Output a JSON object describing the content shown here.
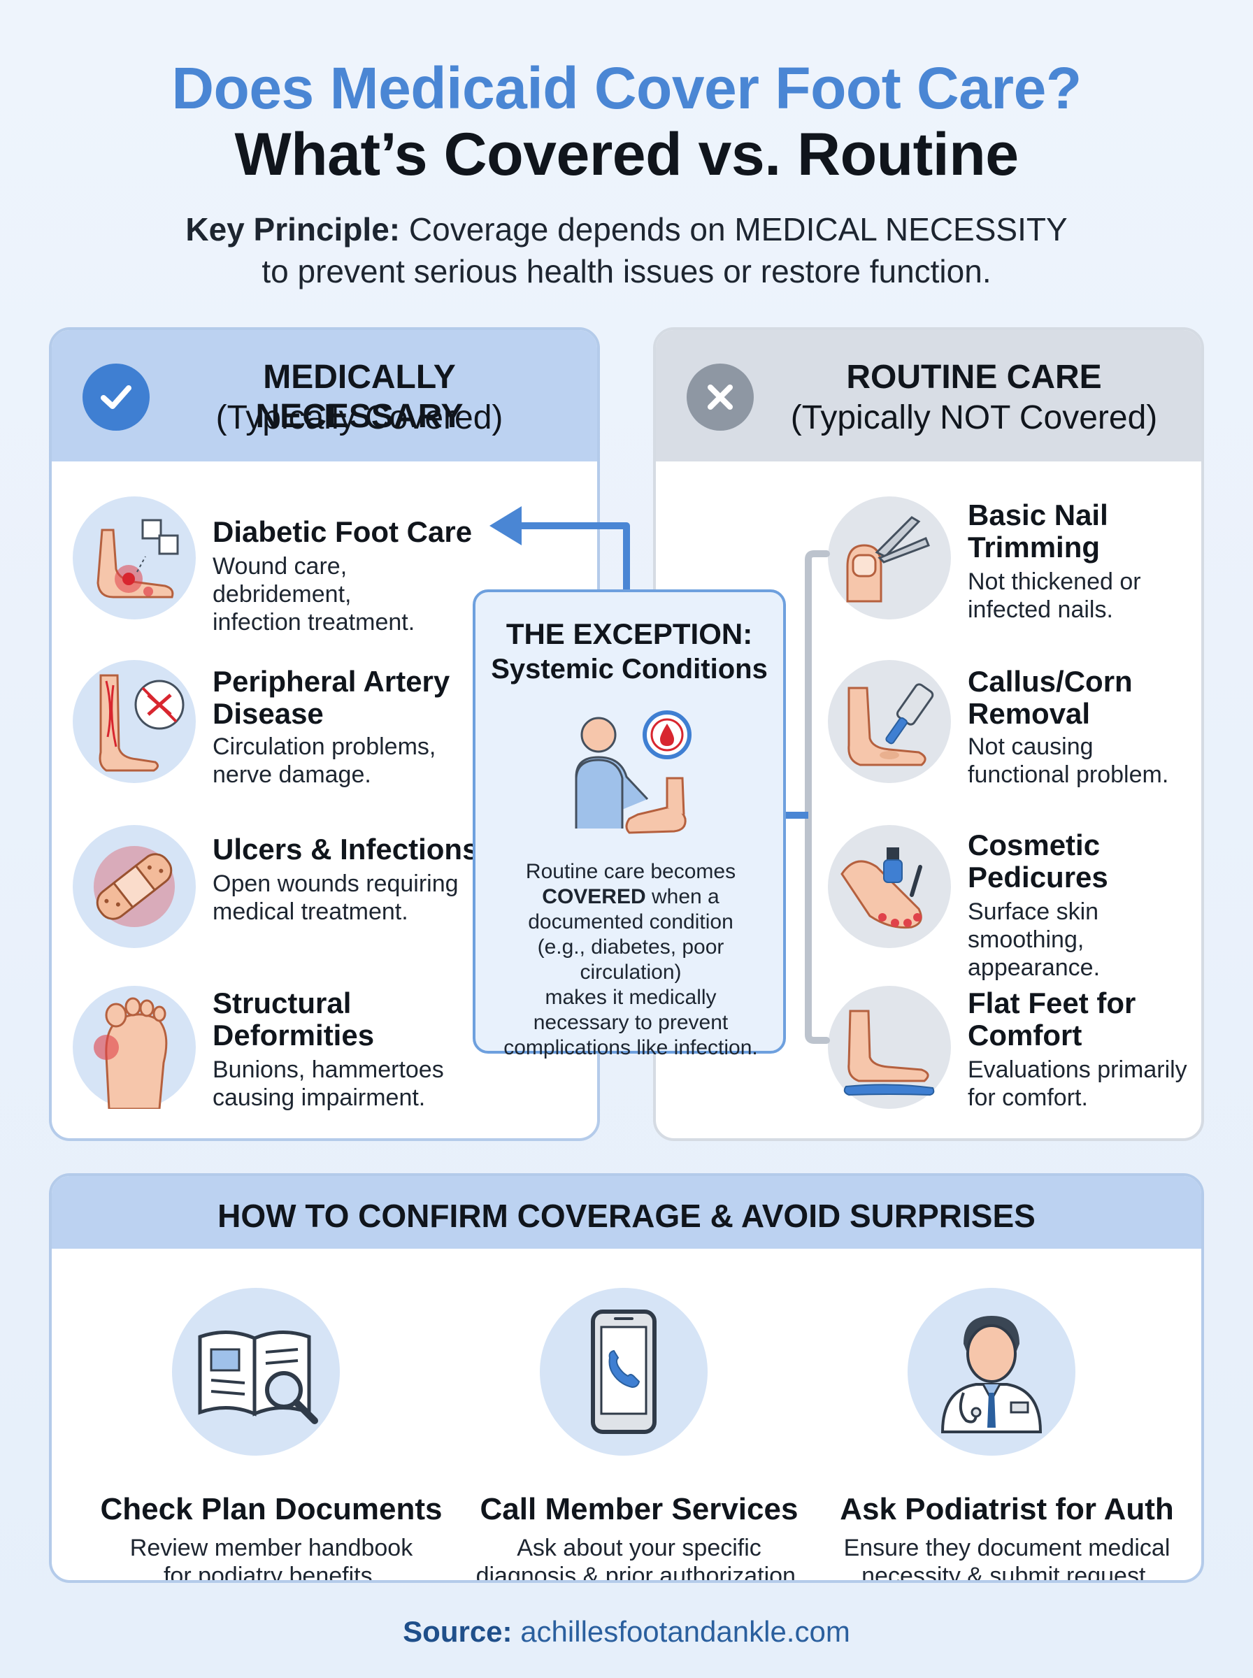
{
  "header": {
    "title_line1": "Does Medicaid Cover Foot Care?",
    "title_line2": "What’s Covered vs. Routine",
    "principle_label": "Key Principle:",
    "principle_line1": " Coverage depends on MEDICAL NECESSITY",
    "principle_line2": "to prevent serious health issues or restore function."
  },
  "covered": {
    "title": "MEDICALLY NECESSARY",
    "subtitle": "(Typically Covered)",
    "badge_icon": "checkmark-icon",
    "items": [
      {
        "name_line1": "Diabetic Foot Care",
        "name_line2": "",
        "desc_line1": "Wound care, debridement,",
        "desc_line2": "infection treatment.",
        "icon": "diabetic-foot-icon"
      },
      {
        "name_line1": "Peripheral Artery",
        "name_line2": "Disease",
        "desc_line1": "Circulation problems,",
        "desc_line2": "nerve damage.",
        "icon": "leg-circulation-icon"
      },
      {
        "name_line1": "Ulcers & Infections",
        "name_line2": "",
        "desc_line1": "Open wounds requiring",
        "desc_line2": "medical treatment.",
        "icon": "bandage-icon"
      },
      {
        "name_line1": "Structural",
        "name_line2": "Deformities",
        "desc_line1": "Bunions, hammertoes",
        "desc_line2": "causing impairment.",
        "icon": "bunion-foot-icon"
      }
    ]
  },
  "routine": {
    "title": "ROUTINE CARE",
    "subtitle": "(Typically NOT Covered)",
    "badge_icon": "x-mark-icon",
    "items": [
      {
        "name_line1": "Basic Nail",
        "name_line2": "Trimming",
        "desc_line1": "Not thickened or",
        "desc_line2": "infected nails.",
        "icon": "nail-clipper-icon"
      },
      {
        "name_line1": "Callus/Corn",
        "name_line2": "Removal",
        "desc_line1": "Not causing",
        "desc_line2": "functional problem.",
        "icon": "foot-file-icon"
      },
      {
        "name_line1": "Cosmetic",
        "name_line2": "Pedicures",
        "desc_line1": "Surface skin",
        "desc_line2": "smoothing, appearance.",
        "icon": "nail-polish-icon"
      },
      {
        "name_line1": "Flat Feet for",
        "name_line2": "Comfort",
        "desc_line1": "Evaluations primarily",
        "desc_line2": "for comfort.",
        "icon": "flat-foot-insole-icon"
      }
    ]
  },
  "exception": {
    "title": "THE EXCEPTION:",
    "subtitle": "Systemic Conditions",
    "icon": "doctor-foot-exam-icon",
    "body_pre": "Routine care becomes",
    "body_bold": "COVERED",
    "body_after": " when a",
    "body_line3": "documented condition",
    "body_line4": "(e.g., diabetes, poor circulation)",
    "body_line5": "makes it medically",
    "body_line6": "necessary to prevent",
    "body_line7": "complications like infection."
  },
  "confirm": {
    "title": "HOW TO CONFIRM COVERAGE & AVOID SURPRISES",
    "steps": [
      {
        "name": "Check Plan Documents",
        "desc_line1": "Review member handbook",
        "desc_line2": "for podiatry benefits.",
        "icon": "handbook-search-icon"
      },
      {
        "name": "Call Member Services",
        "desc_line1": "Ask about your specific",
        "desc_line2": "diagnosis & prior authorization.",
        "icon": "phone-call-icon"
      },
      {
        "name": "Ask Podiatrist for Auth",
        "desc_line1": "Ensure they document medical",
        "desc_line2": "necessity & submit request.",
        "icon": "doctor-icon"
      }
    ]
  },
  "source": {
    "label": "Source:",
    "value": " achillesfootandankle.com"
  },
  "colors": {
    "accent_blue": "#4a86d4",
    "covered_header": "#bcd2f1",
    "routine_header": "#d8dde5",
    "wound_red": "#e0424a"
  }
}
